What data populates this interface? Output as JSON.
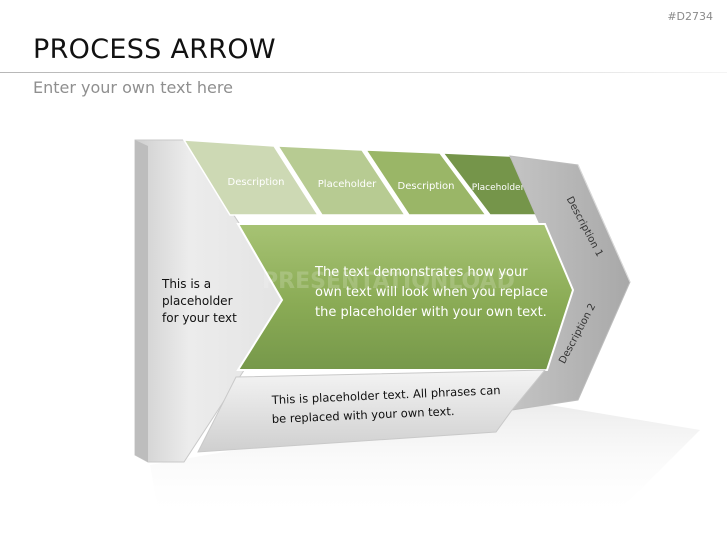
{
  "header": {
    "id_tag": "#D2734",
    "title": "PROCESS ARROW",
    "subtitle": "Enter your own text here"
  },
  "diagram": {
    "tabs": [
      {
        "label": "Description"
      },
      {
        "label": "Placeholder"
      },
      {
        "label": "Description"
      },
      {
        "label": "Placeholder"
      }
    ],
    "left_block_text": [
      "This is a",
      "placeholder",
      "for your text"
    ],
    "main_arrow_text": [
      "The text demonstrates how your",
      "own text will look when you replace",
      "the placeholder with your own text."
    ],
    "bottom_text": [
      "This is placeholder text. All phrases can",
      "be replaced with your own text."
    ],
    "right_labels": [
      "Description 1",
      "Description 2"
    ],
    "watermark": "PRESENTATIONLOAD"
  },
  "colors": {
    "tab_1": "#cfdcb6",
    "tab_2": "#b7cc93",
    "tab_3": "#9bb869",
    "tab_4": "#78984a",
    "main_arrow": "#8fb05a",
    "grey_body": "#e2e2e2",
    "grey_dark": "#bdbdbd"
  }
}
